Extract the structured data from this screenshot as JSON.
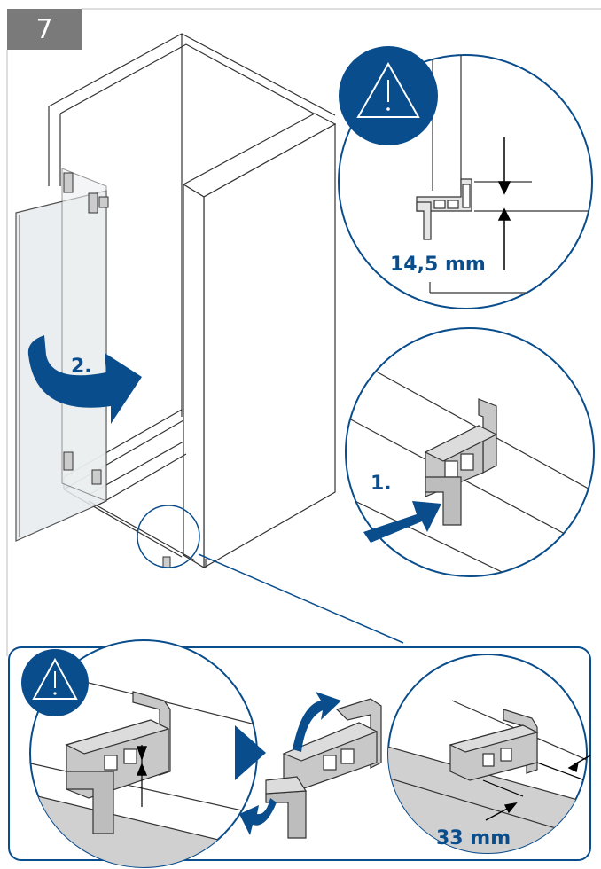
{
  "step_number": "7",
  "labels": {
    "swing_step": "2.",
    "push_step": "1.",
    "height_dimension": "14,5 mm",
    "depth_dimension": "33 mm"
  },
  "icons": [
    "warning-triangle-icon",
    "curved-arrow-icon",
    "straight-arrow-icon",
    "play-arrow-icon"
  ],
  "colors": {
    "accent_blue": "#0a4d8c",
    "badge_grey": "#7a7a7a",
    "floor_grey": "#d0d0d0",
    "line": "#333333"
  }
}
